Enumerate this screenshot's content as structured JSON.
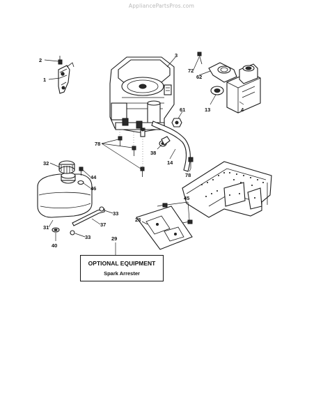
{
  "watermark": "AppliancePartsPros.com",
  "optional_box": {
    "title": "OPTIONAL EQUIPMENT",
    "subtitle": "Spark Arrester"
  },
  "callouts": {
    "c1": "1",
    "c2": "2",
    "c3": "3",
    "c4": "4",
    "c13": "13",
    "c14": "14",
    "c23": "23",
    "c29": "29",
    "c31": "31",
    "c32": "32",
    "c33a": "33",
    "c33b": "33",
    "c37": "37",
    "c38": "38",
    "c40": "40",
    "c44": "44",
    "c45": "45",
    "c46": "46",
    "c61": "61",
    "c62": "62",
    "c72": "72",
    "c78a": "78",
    "c78b": "78"
  }
}
